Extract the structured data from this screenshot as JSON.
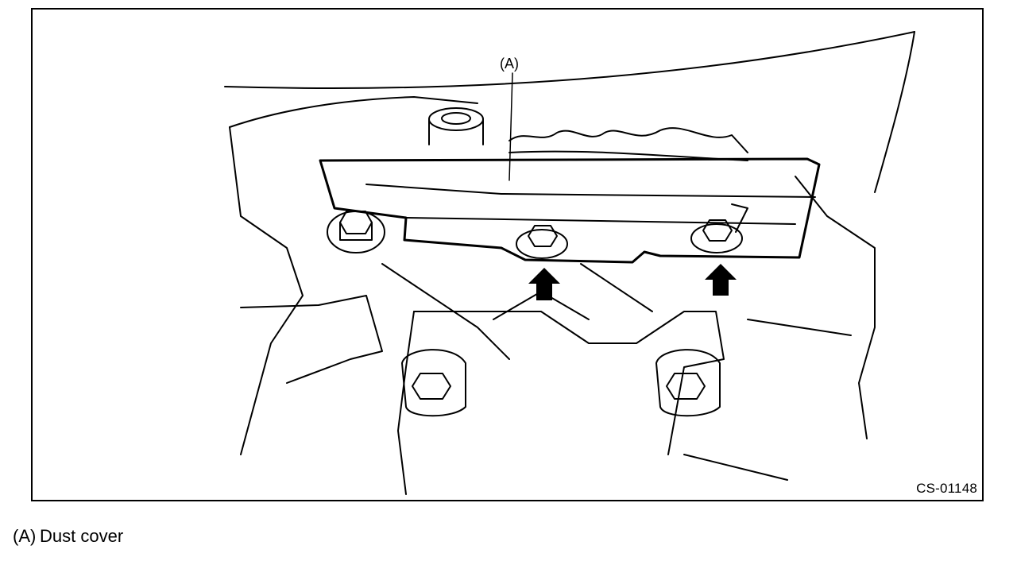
{
  "figure": {
    "id": "CS-01148",
    "callout_label": "(A)"
  },
  "legend": {
    "items": [
      {
        "key": "(A)",
        "text": "Dust cover"
      }
    ]
  }
}
